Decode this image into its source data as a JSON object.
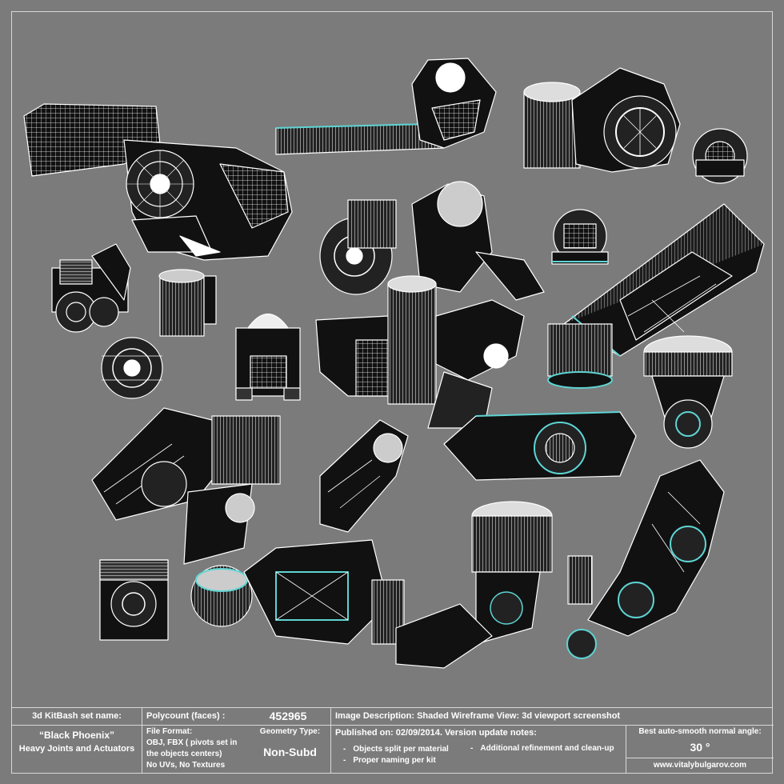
{
  "info": {
    "set_name_label": "3d KitBash set name:",
    "set_name": "“Black Phoenix”",
    "set_subtitle": "Heavy Joints and Actuators",
    "polycount_label": "Polycount (faces) :",
    "polycount_value": "452965",
    "file_format_label": "File Format:",
    "file_format_line1": "OBJ, FBX ( pivots set in",
    "file_format_line2": "the objects centers)",
    "file_format_line3": "No UVs, No Textures",
    "geometry_label": "Geometry Type:",
    "geometry_value": "Non-Subd",
    "image_description": "Image Description: Shaded Wireframe View: 3d viewport screenshot",
    "published": "Published on: 02/09/2014. Version update notes:",
    "notes": [
      "Objects split per material",
      "Proper naming per kit",
      "Additional refinement and clean-up"
    ],
    "smooth_label": "Best auto-smooth normal angle:",
    "smooth_value": "30 °",
    "website": "www.vitalybulgarov.com"
  },
  "colors": {
    "background": "#7b7b7b",
    "wire": "#ffffff",
    "solid": "#111111",
    "accent": "#5fd4d4"
  }
}
